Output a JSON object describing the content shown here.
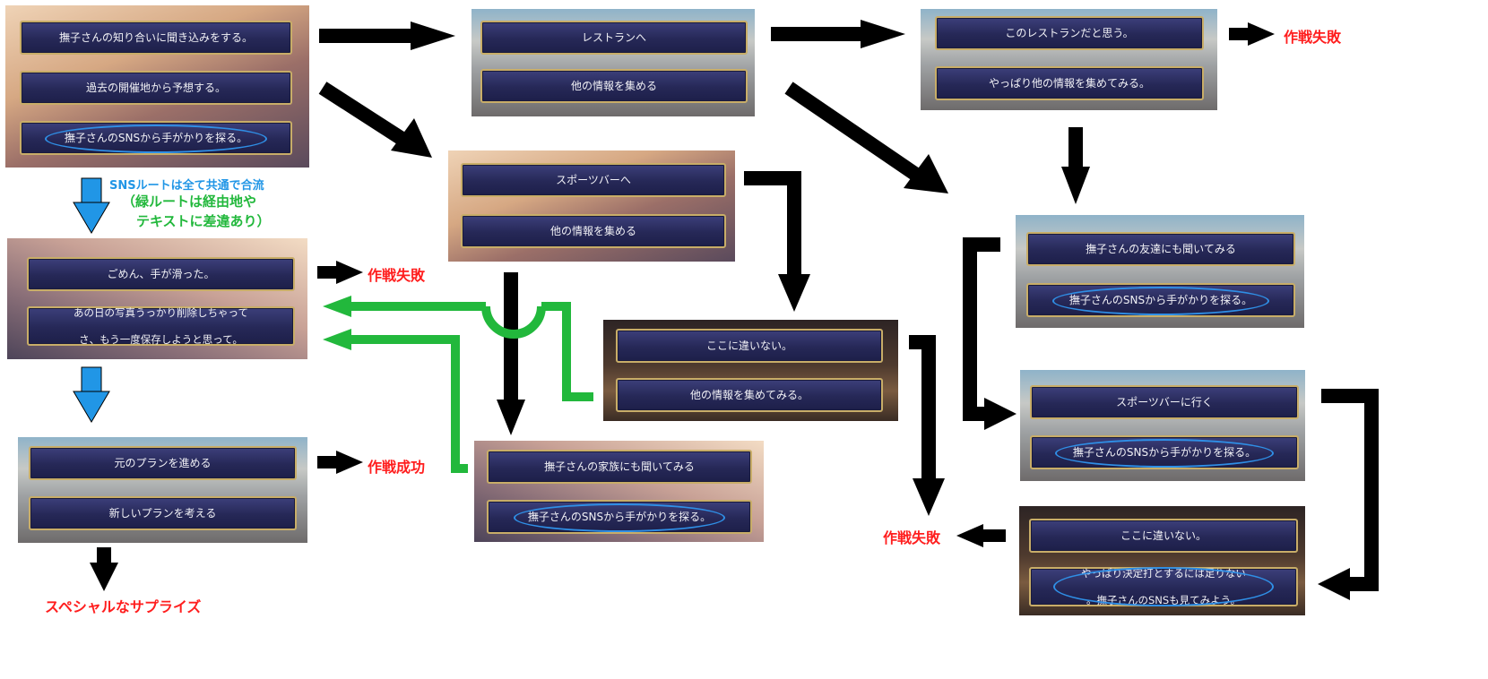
{
  "panels": {
    "p1": {
      "c1": "撫子さんの知り合いに聞き込みをする。",
      "c2": "過去の開催地から予想する。",
      "c3": "撫子さんのSNSから手がかりを探る。"
    },
    "p2": {
      "c1": "ごめん、手が滑った。",
      "c2_line1": "あの日の写真うっかり削除しちゃって",
      "c2_line2": "さ、もう一度保存しようと思って。"
    },
    "p3": {
      "c1": "元のプランを進める",
      "c2": "新しいプランを考える"
    },
    "p4": {
      "c1": "レストランへ",
      "c2": "他の情報を集める"
    },
    "p5": {
      "c1": "スポーツバーへ",
      "c2": "他の情報を集める"
    },
    "p6": {
      "c1": "ここに違いない。",
      "c2": "他の情報を集めてみる。"
    },
    "p7": {
      "c1": "撫子さんの家族にも聞いてみる",
      "c2": "撫子さんのSNSから手がかりを探る。"
    },
    "p8": {
      "c1": "このレストランだと思う。",
      "c2": "やっぱり他の情報を集めてみる。"
    },
    "p9": {
      "c1": "撫子さんの友達にも聞いてみる",
      "c2": "撫子さんのSNSから手がかりを探る。"
    },
    "p10": {
      "c1": "スポーツバーに行く",
      "c2": "撫子さんのSNSから手がかりを探る。"
    },
    "p11": {
      "c1": "ここに違いない。",
      "c2_line1": "やっぱり決定打とするには足りない",
      "c2_line2": "。撫子さんのSNSも見てみよう。"
    }
  },
  "labels": {
    "fail": "作戦失敗",
    "success": "作戦成功",
    "special": "スペシャルなサプライズ",
    "sns_note": "SNSルートは全て共通で合流",
    "green_note_line1": "（緑ルートは経由地や",
    "green_note_line2": "テキストに差違あり）"
  },
  "colors": {
    "arrow_black": "#000000",
    "arrow_blue": "#2196e6",
    "route_green": "#22b83c",
    "text_red": "#ff1e1e",
    "highlight_ring": "#2f8fe6",
    "choice_bg": "#262857",
    "choice_border": "#c8ad68"
  }
}
